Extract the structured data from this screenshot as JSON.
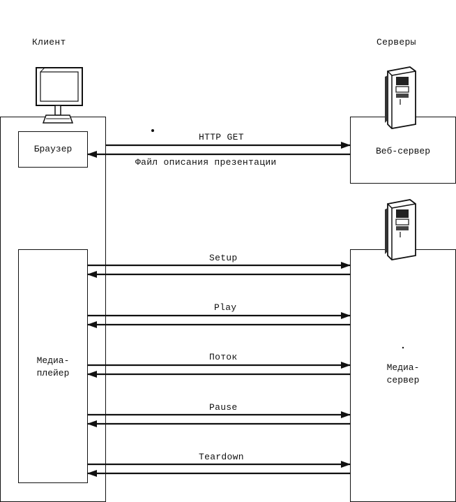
{
  "client": {
    "heading": "Клиент",
    "browser_label": "Браузер",
    "media_player_label_line1": "Медиа-",
    "media_player_label_line2": "плейер",
    "computer_icon": "computer-monitor-icon"
  },
  "servers": {
    "heading": "Серверы",
    "web_server_label": "Веб-сервер",
    "media_server_label_line1": "Медиа-",
    "media_server_label_line2": "сервер",
    "server_icon": "server-tower-icon"
  },
  "messages": {
    "http_get": "HTTP GET",
    "presentation_file": "Файл описания презентации",
    "setup": "Setup",
    "play": "Play",
    "stream": "Поток",
    "pause": "Pause",
    "teardown": "Teardown"
  }
}
